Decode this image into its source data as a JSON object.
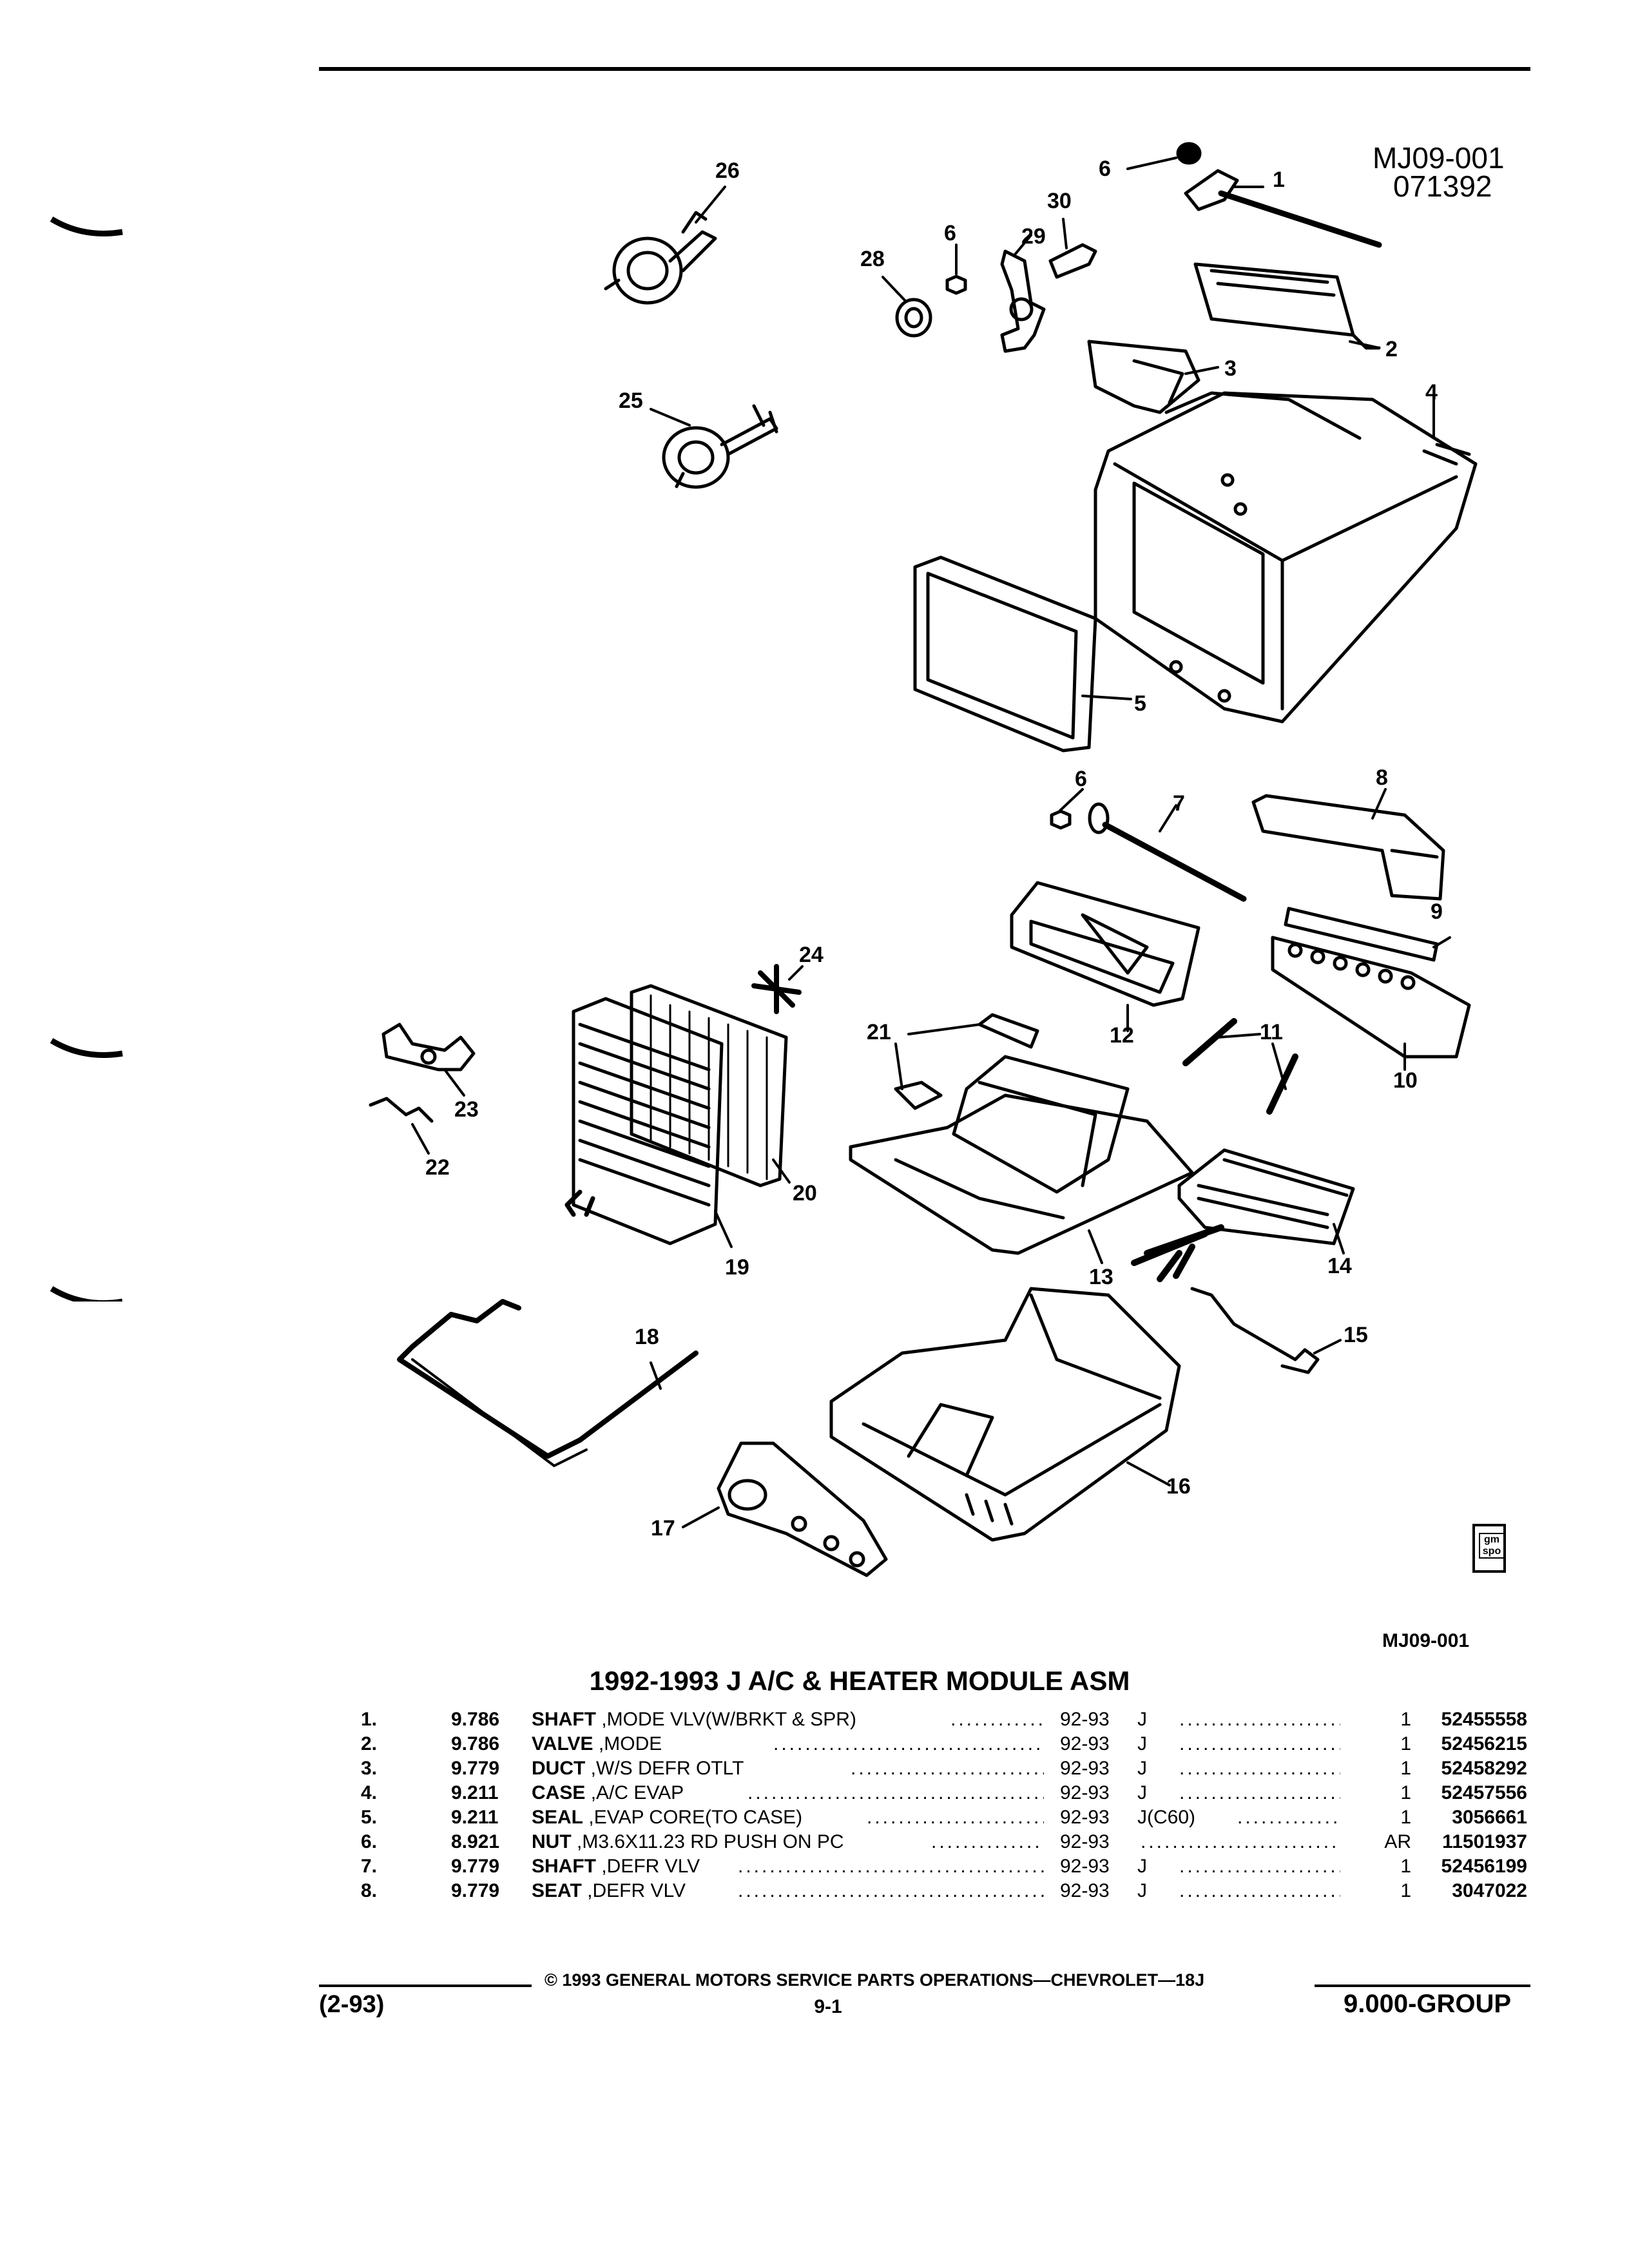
{
  "figure": {
    "code": "MJ09-001",
    "date_code": "071392",
    "bottom_code": "MJ09-001",
    "stamp_text": "gm\nspo"
  },
  "callouts": [
    "1",
    "2",
    "3",
    "4",
    "5",
    "6",
    "6",
    "6",
    "7",
    "8",
    "9",
    "10",
    "11",
    "12",
    "13",
    "14",
    "15",
    "16",
    "17",
    "18",
    "19",
    "20",
    "21",
    "22",
    "23",
    "24",
    "25",
    "26",
    "28",
    "29",
    "30"
  ],
  "parts_table": {
    "title": "1992-1993 J A/C & HEATER MODULE ASM",
    "rows": [
      {
        "index": "1.",
        "group": "9.786",
        "name": "SHAFT",
        "desc": ",MODE VLV(W/BRKT & SPR)",
        "years": "92-93",
        "model": "J",
        "qty": "1",
        "part_number": "52455558"
      },
      {
        "index": "2.",
        "group": "9.786",
        "name": "VALVE",
        "desc": ",MODE",
        "years": "92-93",
        "model": "J",
        "qty": "1",
        "part_number": "52456215"
      },
      {
        "index": "3.",
        "group": "9.779",
        "name": "DUCT",
        "desc": ",W/S DEFR OTLT",
        "years": "92-93",
        "model": "J",
        "qty": "1",
        "part_number": "52458292"
      },
      {
        "index": "4.",
        "group": "9.211",
        "name": "CASE",
        "desc": ",A/C EVAP",
        "years": "92-93",
        "model": "J",
        "qty": "1",
        "part_number": "52457556"
      },
      {
        "index": "5.",
        "group": "9.211",
        "name": "SEAL",
        "desc": ",EVAP CORE(TO CASE)",
        "years": "92-93",
        "model": "J(C60)",
        "qty": "1",
        "part_number": "3056661"
      },
      {
        "index": "6.",
        "group": "8.921",
        "name": "NUT",
        "desc": ",M3.6X11.23 RD PUSH ON PC",
        "years": "92-93",
        "model": "",
        "qty": "AR",
        "part_number": "11501937"
      },
      {
        "index": "7.",
        "group": "9.779",
        "name": "SHAFT",
        "desc": ",DEFR VLV",
        "years": "92-93",
        "model": "J",
        "qty": "1",
        "part_number": "52456199"
      },
      {
        "index": "8.",
        "group": "9.779",
        "name": "SEAT",
        "desc": ",DEFR VLV",
        "years": "92-93",
        "model": "J",
        "qty": "1",
        "part_number": "3047022"
      }
    ],
    "leader_dots": "........................................"
  },
  "footer": {
    "copyright": "© 1993 GENERAL MOTORS SERVICE PARTS OPERATIONS—CHEVROLET—18J",
    "date": "(2-93)",
    "page": "9-1",
    "group": "9.000-GROUP"
  }
}
